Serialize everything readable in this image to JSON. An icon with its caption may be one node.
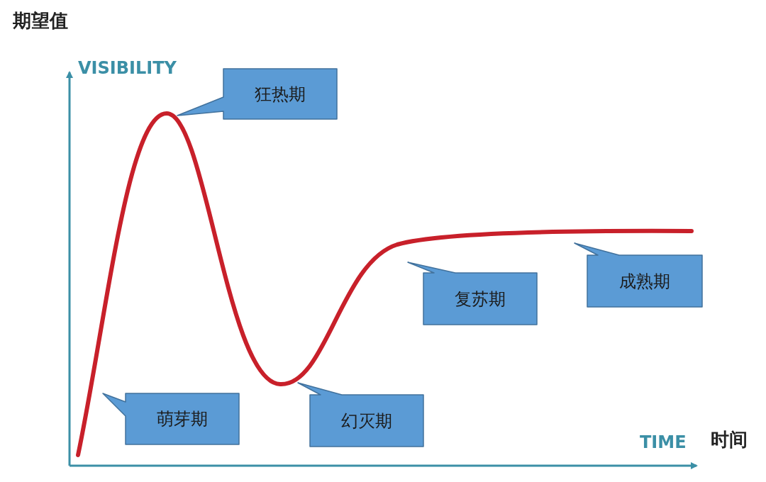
{
  "diagram": {
    "nodes": [
      {
        "text": [
          "狂热期"
        ]
      },
      {
        "text": [
          "成熟期"
        ]
      },
      {
        "text": [
          "复苏期"
        ]
      },
      {
        "text": [
          "萌芽期"
        ]
      },
      {
        "text": [
          "幻灭期"
        ]
      }
    ],
    "edges": [],
    "labels": [
      "期望值",
      "VISIBILITY",
      "TIME",
      "时间"
    ]
  }
}
